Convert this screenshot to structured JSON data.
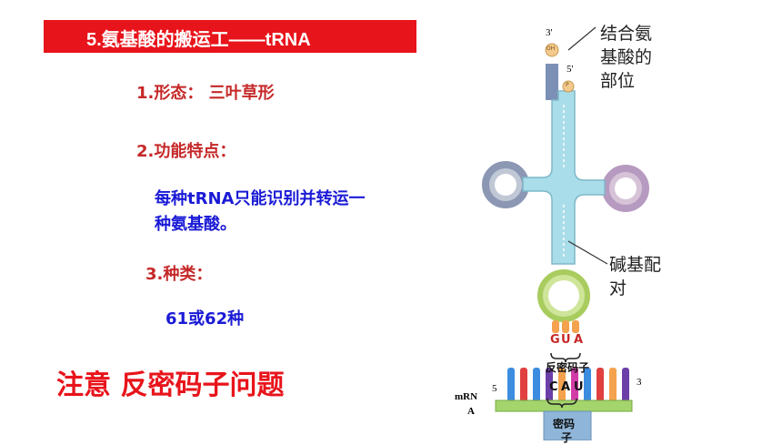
{
  "header": {
    "title": "5.氨基酸的搬运工——tRNA"
  },
  "content": {
    "morphology": "1.形态： 三叶草形",
    "function_heading": "2.功能特点：",
    "function_line1": "每种tRNA只能识别并转运一",
    "function_line2": "种氨基酸。",
    "types_heading": "3.种类：",
    "types_value": "61或62种",
    "note": "注意 反密码子问题"
  },
  "diagram": {
    "end3": "3'",
    "end5": "5'",
    "oh": "OH",
    "p": "P",
    "callout_aa_1": "结合氨",
    "callout_aa_2": "基酸的",
    "callout_aa_3": "部位",
    "callout_bp_1": "碱基配",
    "callout_bp_2": "对",
    "anticodon_g": "G",
    "anticodon_u": "U",
    "anticodon_a": "A",
    "anticodon_label": "反密码子",
    "codon_c": "C",
    "codon_a": "A",
    "codon_u": "U",
    "mrna_5": "5",
    "mrna_3": "3",
    "mrna_label_1": "mRN",
    "mrna_label_2": "A",
    "codon_label_1": "密码",
    "codon_label_2": "子",
    "colors": {
      "accent_red": "#e8141b",
      "text_blue": "#1a1ad6",
      "stem": "#a9dde9",
      "loop_green": "#cfe59a"
    }
  }
}
